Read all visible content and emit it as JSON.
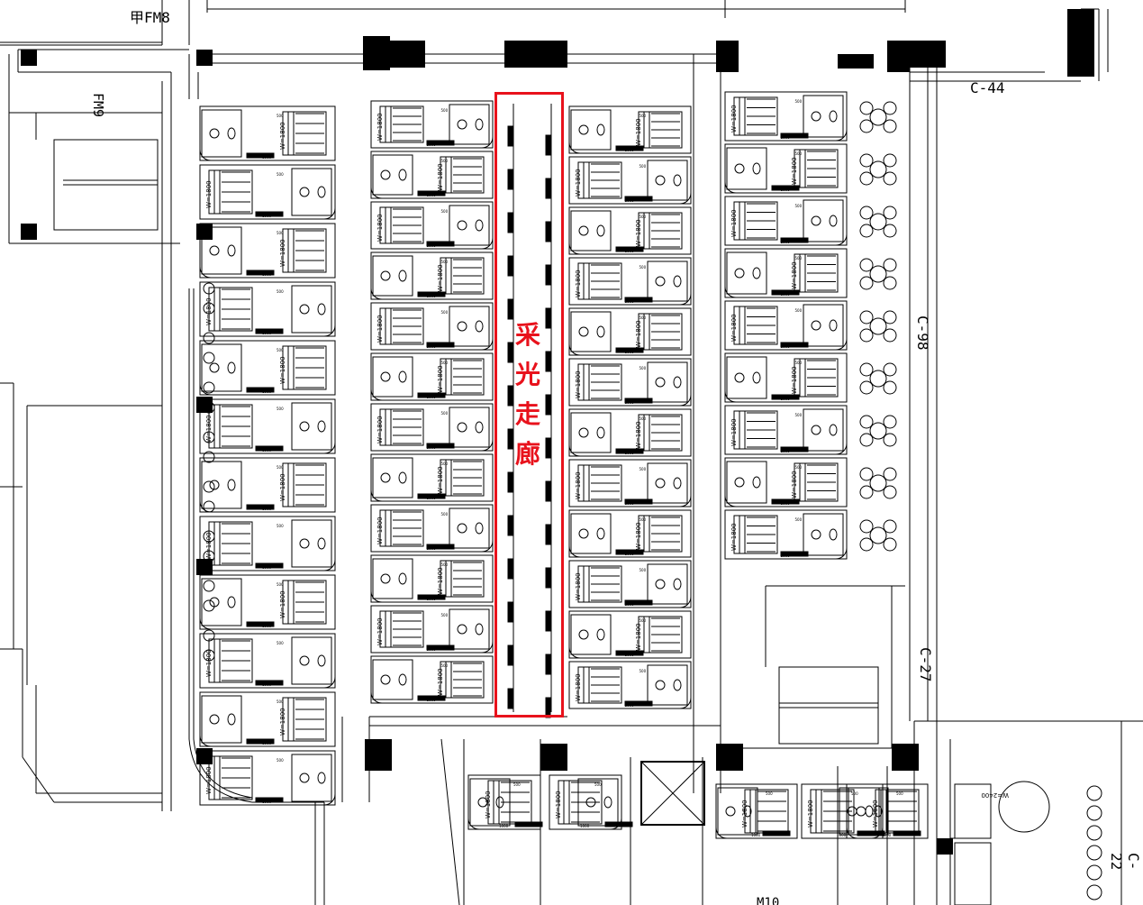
{
  "labels": {
    "fm8": "甲FM8",
    "fm9": "FM9",
    "c44": "C-44",
    "c98": "C-98",
    "c27": "C-27",
    "c22": "C-22",
    "bottom_partial": "M10",
    "corridor_chars": [
      "采",
      "光",
      "走",
      "廊"
    ]
  },
  "bed_width_label": "W=1800",
  "bed_width_label_big": "W=2400",
  "dim_1000": "1000",
  "dim_500": "500",
  "colors": {
    "line": "#000000",
    "highlight": "#e8121c",
    "background": "#ffffff"
  }
}
